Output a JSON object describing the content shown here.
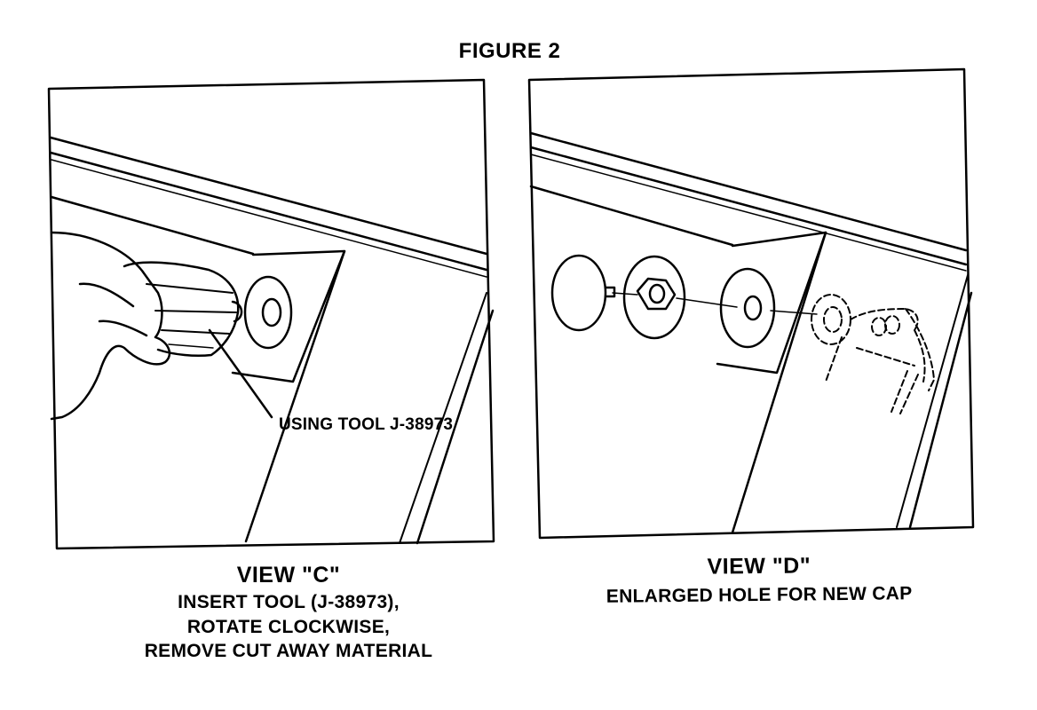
{
  "figure": {
    "title": "FIGURE 2"
  },
  "view_c": {
    "title": "VIEW  \"C\"",
    "caption_lines": [
      "INSERT TOOL (J-38973),",
      "ROTATE CLOCKWISE,",
      "REMOVE CUT AWAY MATERIAL"
    ],
    "callout": "USING TOOL J-38973"
  },
  "view_d": {
    "title": "VIEW  \"D\"",
    "caption_lines": [
      "ENLARGED HOLE FOR NEW CAP"
    ]
  }
}
